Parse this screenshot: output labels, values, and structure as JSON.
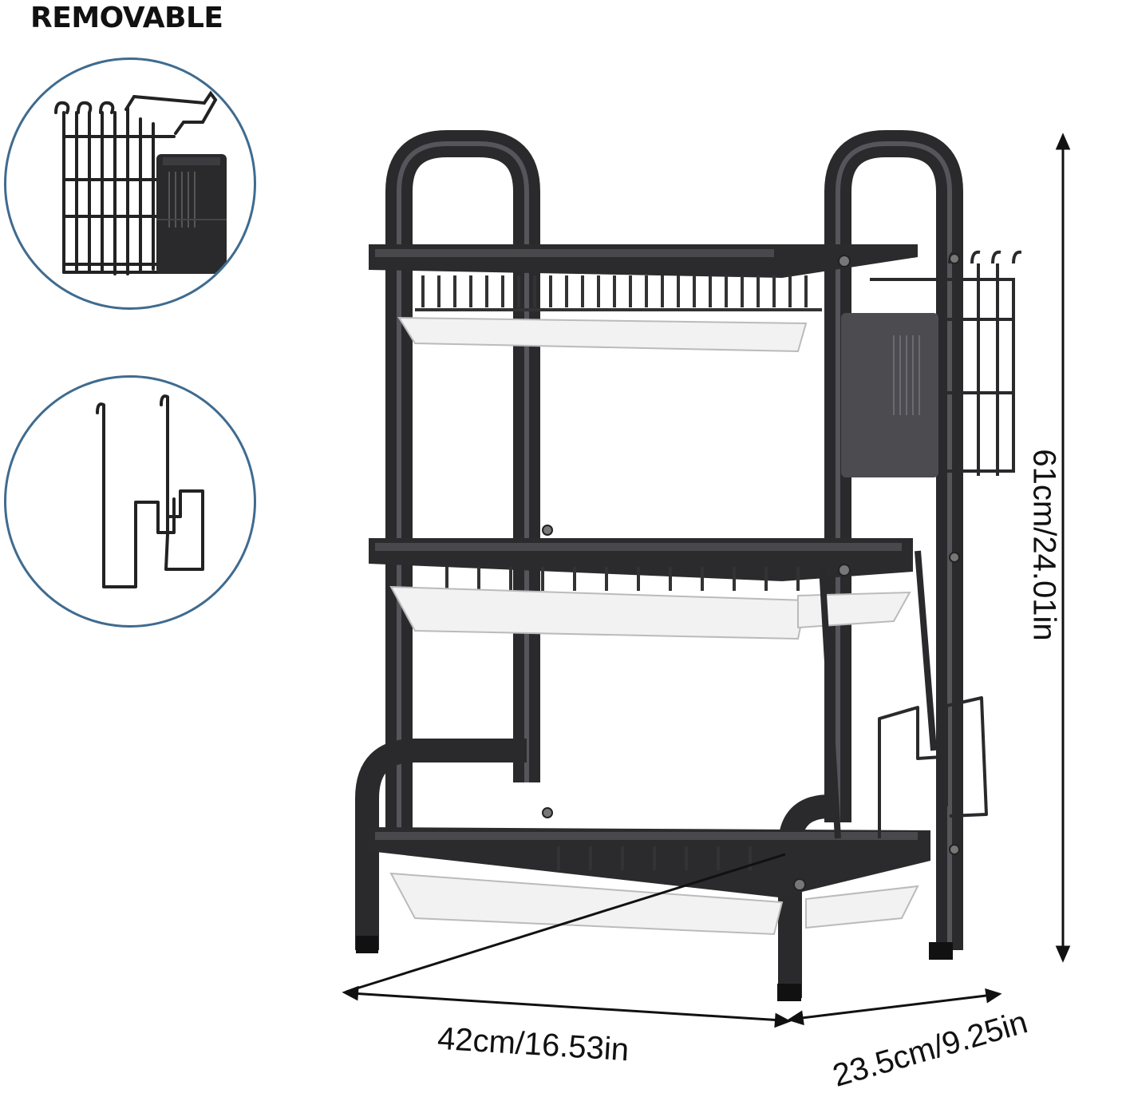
{
  "heading": "REMOVABLE",
  "accent_color": "#3f6b8f",
  "insets": [
    {
      "icon": "utensil-basket-icon"
    },
    {
      "icon": "cutting-board-hook-icon"
    }
  ],
  "product": {
    "icon": "dish-rack-icon"
  },
  "dimensions": {
    "height": "61cm/24.01in",
    "width": "42cm/16.53in",
    "depth": "23.5cm/9.25in"
  }
}
